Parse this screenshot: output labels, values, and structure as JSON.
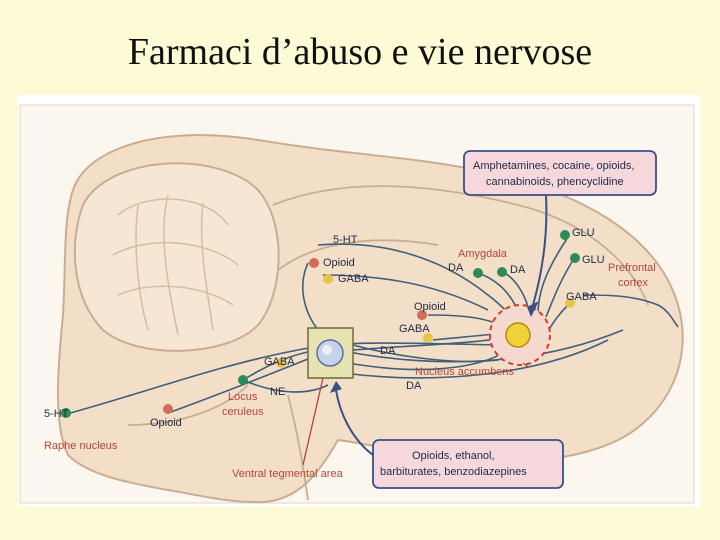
{
  "title": "Farmaci d’abuso e vie nervose",
  "diagram": {
    "callout_top": {
      "line1": "Amphetamines, cocaine, opioids,",
      "line2": "cannabinoids, phencyclidine"
    },
    "callout_bottom": {
      "line1": "Opioids, ethanol,",
      "line2": "barbiturates, benzodiazepines"
    },
    "labels": {
      "serotonin_top": "5-HT",
      "opioid_top": "Opioid",
      "gaba_top": "GABA",
      "amygdala": "Amygdala",
      "da_amygdala_left": "DA",
      "da_amygdala_right": "DA",
      "glu_top": "GLU",
      "glu_second": "GLU",
      "prefrontal_line1": "Prefrontal",
      "prefrontal_line2": "cortex",
      "gaba_right": "GABA",
      "opioid_mid": "Opioid",
      "gaba_mid": "GABA",
      "da_vta": "DA",
      "gaba_left": "GABA",
      "ne": "NE",
      "da_lower": "DA",
      "nucleus_accumbens": "Nucleus accumbens",
      "locus_line1": "Locus",
      "locus_line2": "ceruleus",
      "serotonin_left": "5-HT",
      "opioid_left": "Opioid",
      "raphe": "Raphe nucleus",
      "vta": "Ventral tegmental area"
    },
    "colors": {
      "brain_fill": "#f3dfc8",
      "outline": "#c9ad93",
      "pathway": "#3f5f7a",
      "green_neuron": "#2e8a57",
      "red_neuron": "#d46a5a",
      "yellow_neuron": "#e7c34d",
      "callout_border": "#3a4f86",
      "callout_bg": "#f6d7dc",
      "accent_red": "#d33b2f"
    }
  }
}
